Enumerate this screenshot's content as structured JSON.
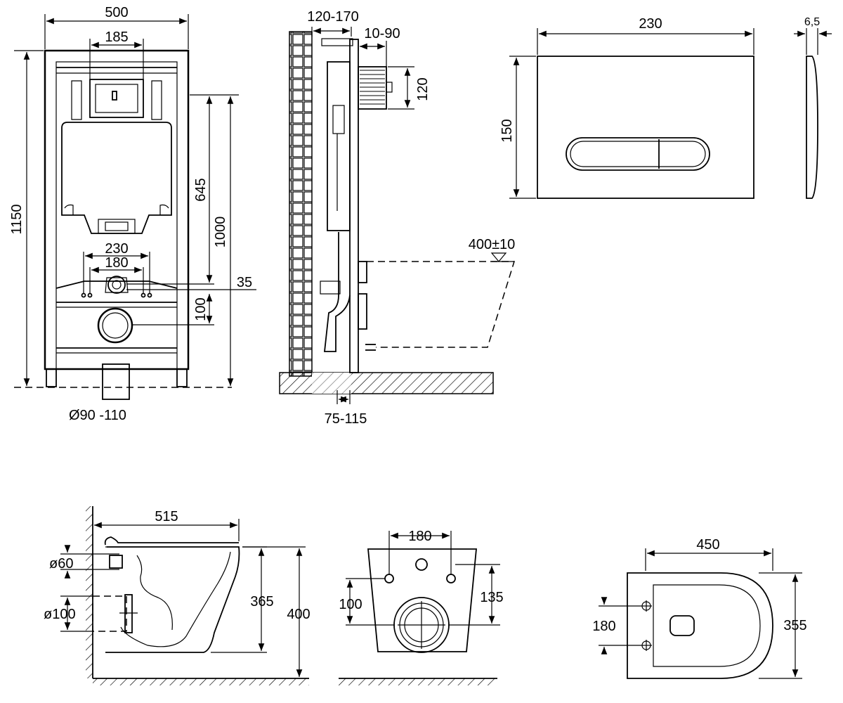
{
  "frame_front": {
    "width_total": "500",
    "width_top_box": "185",
    "height_total": "1150",
    "height_1000": "1000",
    "height_645": "645",
    "mount_230": "230",
    "mount_180": "180",
    "offset_35": "35",
    "offset_100": "100",
    "drain_diameter": "Ø90 -110"
  },
  "frame_side": {
    "depth_120_170": "120-170",
    "depth_10_90": "10-90",
    "height_120": "120",
    "depth_75_115": "75-115",
    "bowl_height": "400±10"
  },
  "flush_plate": {
    "width": "230",
    "height": "150",
    "thickness": "6,5"
  },
  "bowl_side": {
    "length": "515",
    "height_365": "365",
    "height_400": "400",
    "inlet_diameter": "ø60",
    "outlet_diameter": "ø100"
  },
  "bowl_back": {
    "hole_spacing": "180",
    "height_100": "100",
    "height_135": "135"
  },
  "bowl_top": {
    "length": "450",
    "width": "355",
    "hole_spacing": "180"
  }
}
